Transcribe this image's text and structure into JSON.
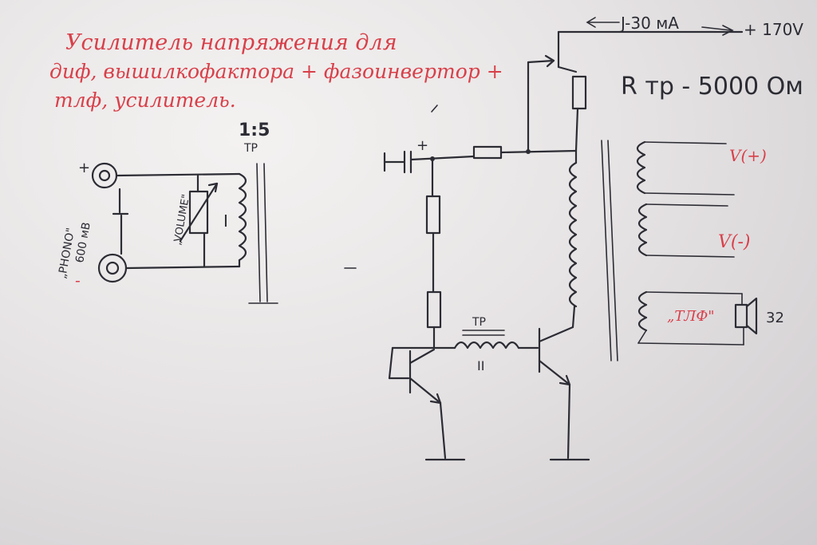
{
  "title": {
    "line1": "Усилитель напряжения для",
    "line2": "диф, вышилкофактора + фазоинвертор +",
    "line3": "тлф, усилитель."
  },
  "labels": {
    "ratio": "1:5",
    "tr_input": "ТР",
    "phono": "„PHONO\"",
    "phono_level": "600 мВ",
    "volume": "„VOLUME\"",
    "winding_1": "I",
    "winding_2": "II",
    "tr_interstage": "ТР",
    "current": "J-30 мА",
    "supply": "+ 170V",
    "r_tr": "R тр - 5000 Ом",
    "v_plus": "V(+)",
    "v_minus": "V(-)",
    "tlf": "„ТЛФ\"",
    "speaker_ohm": "32",
    "plus_mark": "+",
    "minus_mark": "-",
    "cap_plus": "+"
  },
  "colors": {
    "ink": "#2c2c34",
    "red": "#d8404a",
    "paper": "#ebe8e8"
  }
}
